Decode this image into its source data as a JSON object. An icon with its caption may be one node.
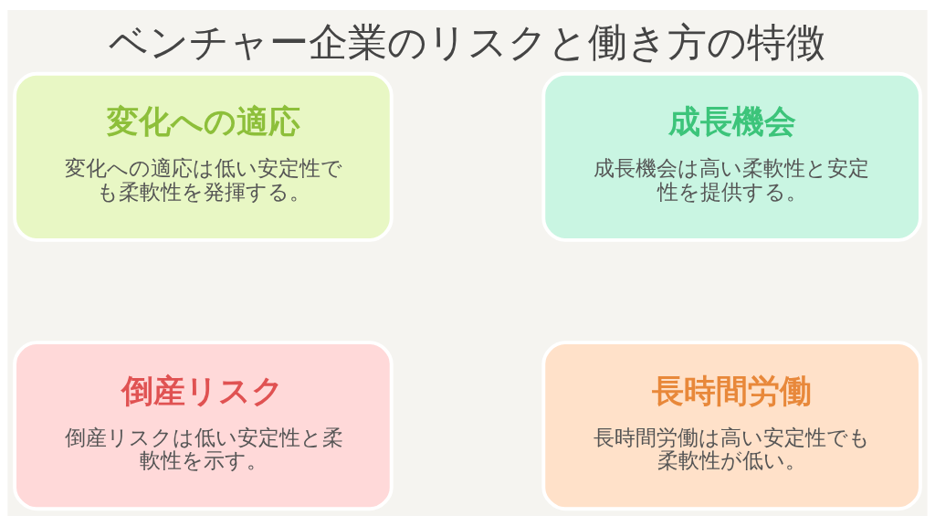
{
  "diagram": {
    "title": "ベンチャー企業のリスクと働き方の特徴",
    "nodes": [
      {
        "text": [
          "変化への適応",
          "変化への適応は低い安定性でも柔軟性を発揮する。"
        ]
      },
      {
        "text": [
          "成長機会",
          "成長機会は高い柔軟性と安定性を提供する。"
        ]
      },
      {
        "text": [
          "倒産リスク",
          "倒産リスクは低い安定性と柔軟性を示す。"
        ]
      },
      {
        "text": [
          "長時間労働",
          "長時間労働は高い安定性でも柔軟性が低い。"
        ]
      }
    ],
    "edges": []
  }
}
